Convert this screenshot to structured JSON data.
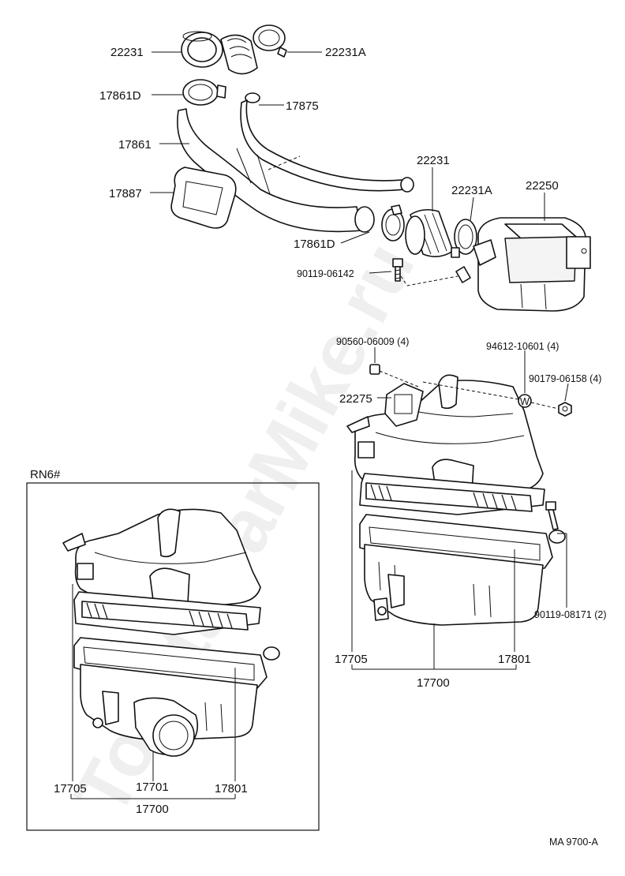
{
  "labels": {
    "p22231_top": "22231",
    "p22231A_top": "22231A",
    "p17861D_top": "17861D",
    "p17875": "17875",
    "p17861": "17861",
    "p17887": "17887",
    "p22231_mid": "22231",
    "p22231A_mid": "22231A",
    "p22250": "22250",
    "p17861D_mid": "17861D",
    "p90119_06142": "90119-06142",
    "p90560_06009": "90560-06009 (4)",
    "p94612_10601": "94612-10601 (4)",
    "p90179_06158": "90179-06158 (4)",
    "p22275": "22275",
    "p90119_08171": "90119-08171 (2)",
    "p17705_right": "17705",
    "p17801_right": "17801",
    "p17700_right": "17700",
    "rn6": "RN6#",
    "p17705_left": "17705",
    "p17701_left": "17701",
    "p17801_left": "17801",
    "p17700_left": "17700",
    "washer_mark": "W",
    "code": "MA  9700-A"
  },
  "watermark": "ToyotaCarMike.ru"
}
